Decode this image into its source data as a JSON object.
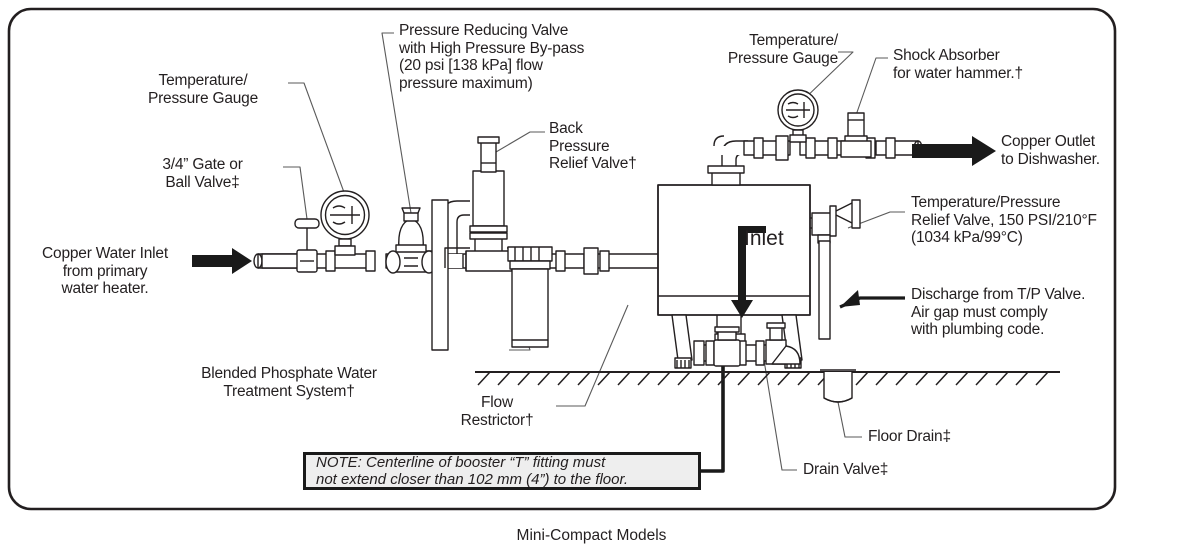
{
  "figure": {
    "caption": "Mini-Compact Models",
    "frame_color": "#231f20",
    "line_color": "#231f20",
    "fill_color": "#ffffff",
    "note_bg": "#eeeeee"
  },
  "labels": {
    "temp_pressure_gauge_left": "Temperature/\nPressure Gauge",
    "gate_ball_valve": "3/4” Gate or\nBall Valve‡",
    "pressure_reducing_valve": "Pressure Reducing Valve\nwith High Pressure By-pass\n(20 psi [138 kPa] flow\npressure maximum)",
    "back_pressure_relief_valve": "Back\nPressure\nRelief Valve†",
    "temp_pressure_gauge_right": "Temperature/\nPressure Gauge",
    "shock_absorber": "Shock Absorber\nfor water hammer.†",
    "copper_outlet": "Copper Outlet\nto Dishwasher.",
    "tp_relief_valve": "Temperature/Pressure\nRelief Valve, 150 PSI/210°F\n(1034 kPa/99°C)",
    "discharge_tp_valve": "Discharge from T/P Valve.\nAir gap must comply\nwith plumbing code.",
    "copper_water_inlet": "Copper Water Inlet\nfrom primary\nwater heater.",
    "blended_phosphate": "Blended Phosphate Water\nTreatment System†",
    "flow_restrictor": "Flow\nRestrictor†",
    "floor_drain": "Floor Drain‡",
    "drain_valve": "Drain Valve‡",
    "inlet": "Inlet",
    "note": "NOTE: Centerline of booster “T” fitting must\nnot extend closer than 102 mm (4”) to the floor."
  }
}
